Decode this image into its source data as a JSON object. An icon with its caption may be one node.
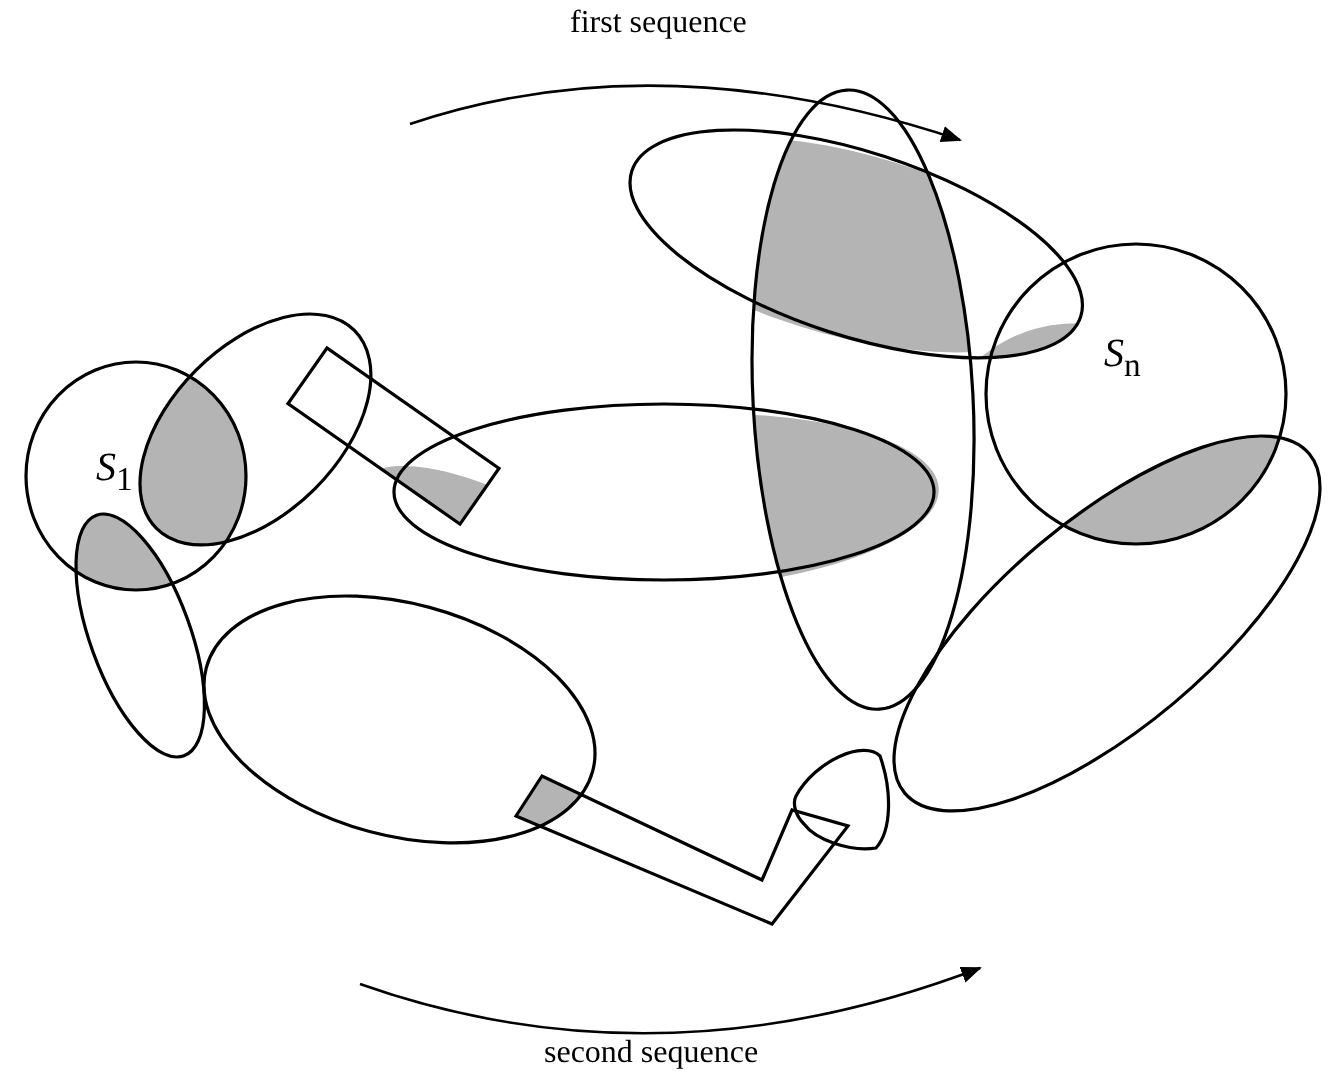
{
  "diagram": {
    "nodes": [
      {
        "text": [
          "*S*$_{1}$"
        ]
      },
      {
        "text": [],
        "shape": "ellipse"
      },
      {
        "text": [],
        "shape": "box"
      },
      {
        "text": [],
        "shape": "ellipse"
      },
      {
        "text": [],
        "shape": "ellipse"
      },
      {
        "text": [],
        "shape": "ellipse"
      },
      {
        "text": [
          "*S*$_{n}$"
        ]
      },
      {
        "text": [],
        "shape": "ellipse"
      },
      {
        "text": [],
        "shape": "ellipse"
      },
      {
        "text": [],
        "shape": "ellipse"
      },
      {
        "text": [],
        "shape": "box"
      },
      {
        "text": [],
        "shape": "loop"
      }
    ],
    "edges": [],
    "labels": [
      "first sequence",
      "second sequence"
    ]
  }
}
